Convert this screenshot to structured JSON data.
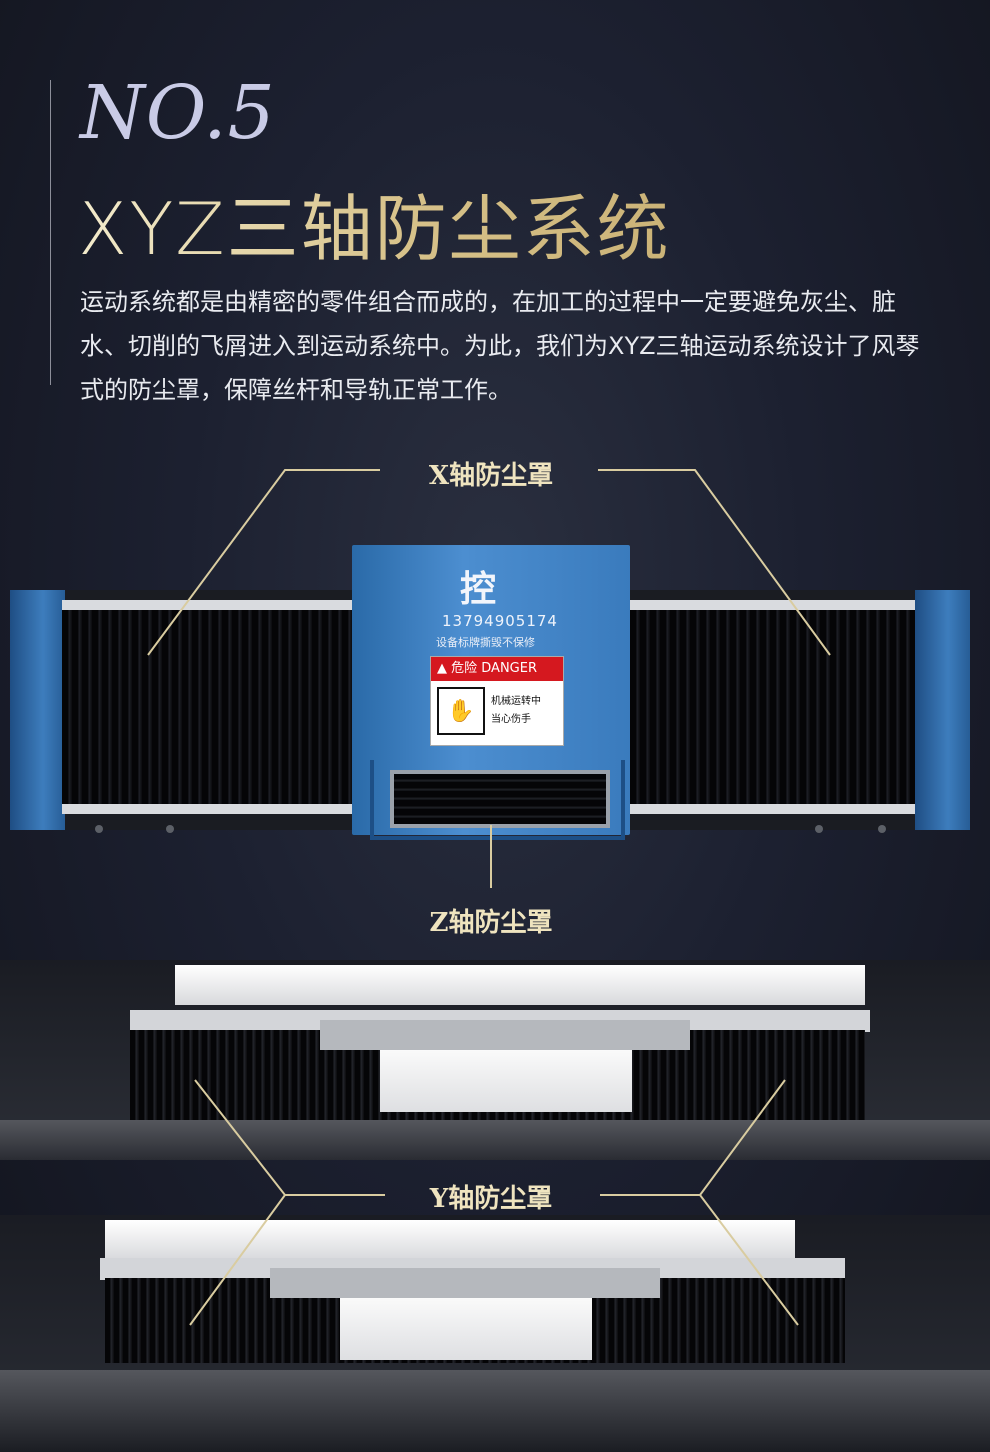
{
  "header": {
    "number": "NO.5",
    "title": "XYZ三轴防尘系统",
    "description": "运动系统都是由精密的零件组合而成的，在加工的过程中一定要避免灰尘、脏水、切削的飞屑进入到运动系统中。为此，我们为XYZ三轴运动系统设计了风琴式的防尘罩，保障丝杆和导轨正常工作。"
  },
  "labels": {
    "x_cover": "X轴防尘罩",
    "z_cover": "Z轴防尘罩",
    "y_cover": "Y轴防尘罩"
  },
  "machine": {
    "brand_char": "控",
    "phone": "13794905174",
    "notice": "设备标牌撕毁不保修",
    "danger_header": "危险 DANGER",
    "danger_line1": "机械运转中",
    "danger_line2": "当心伤手"
  },
  "colors": {
    "gold": "#d7c28a",
    "accent_blue": "#3d7dbd",
    "danger_red": "#d5181f"
  }
}
